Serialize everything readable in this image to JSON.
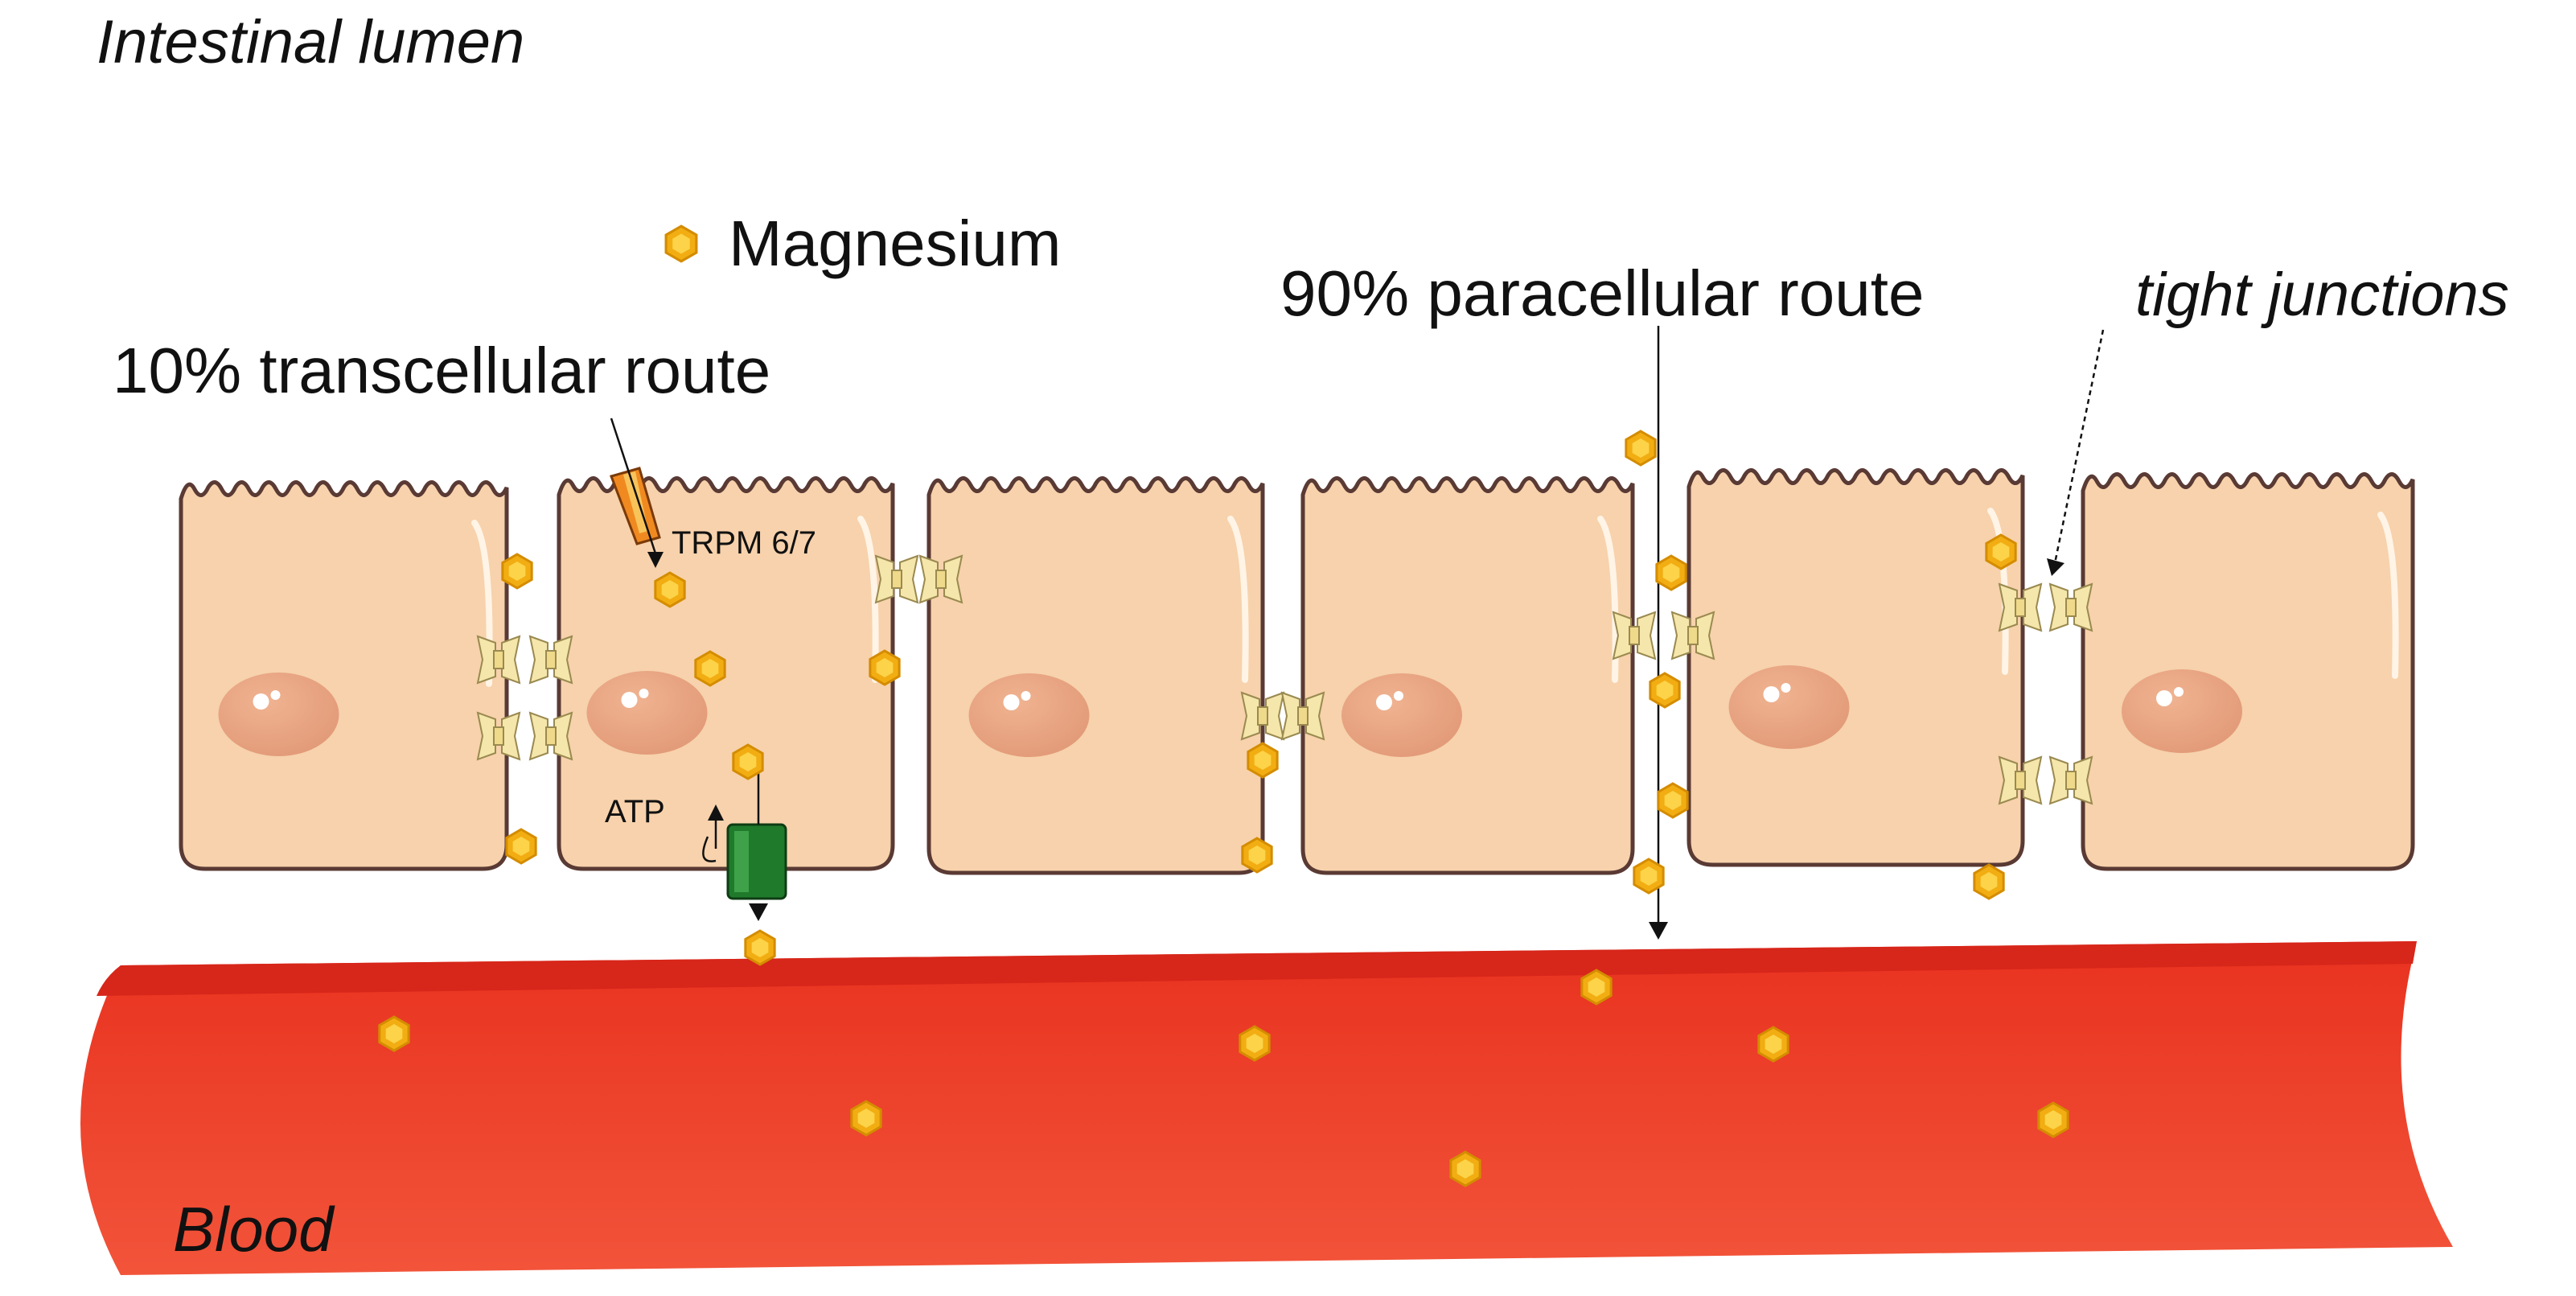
{
  "labels": {
    "lumen": "Intestinal lumen",
    "magnesium": "Magnesium",
    "transcellular": "10% transcellular route",
    "paracellular": "90% paracellular route",
    "tight_junctions": "tight junctions",
    "channel": "TRPM 6/7",
    "atp": "ATP",
    "blood": "Blood"
  },
  "colors": {
    "cell_fill": "#f7d2ac",
    "cell_outline": "#5a3a34",
    "nucleus": "#e6a383",
    "blood": "#f04a2e",
    "blood_dark": "#d92a1a",
    "magnesium": "#f6b31a",
    "junction": "#f3e3a5",
    "pump": "#1e7a2a",
    "channel": "#f08a20"
  },
  "icons": {
    "magnesium": "hexagon-icon",
    "junction": "tight-junction-icon",
    "channel": "trpm-channel-icon",
    "pump": "atp-pump-icon"
  }
}
